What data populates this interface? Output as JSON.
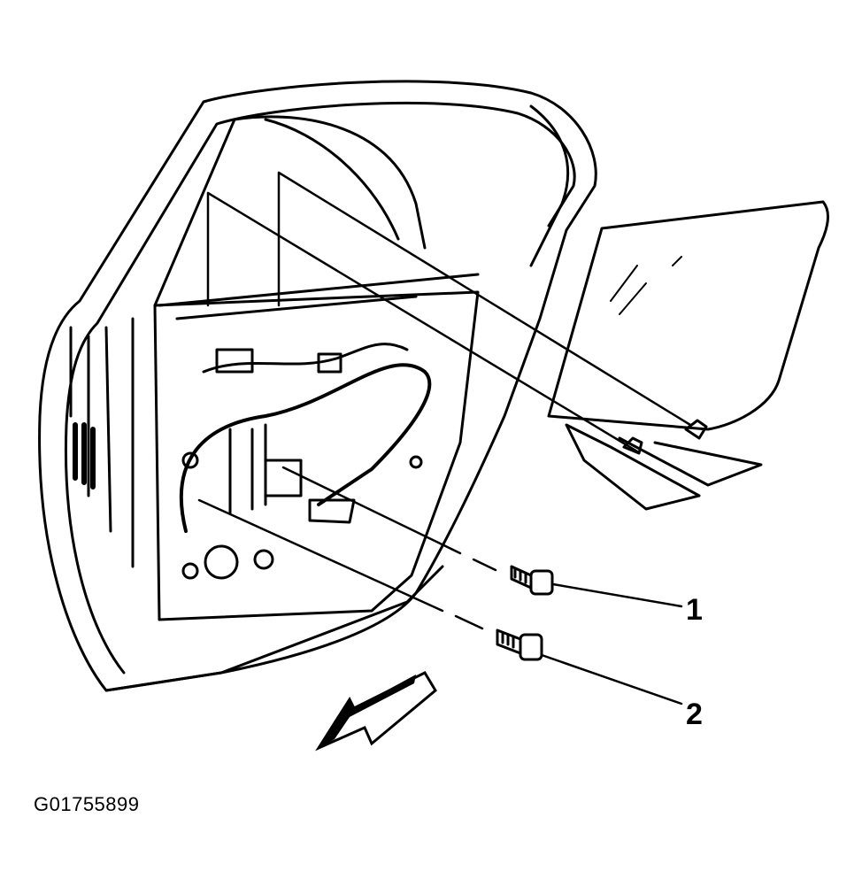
{
  "callouts": [
    {
      "number": "1"
    },
    {
      "number": "2"
    }
  ],
  "figure_id": "G01755899",
  "colors": {
    "line": "#000000",
    "background": "#ffffff"
  },
  "icons": [
    "direction-arrow-icon"
  ]
}
